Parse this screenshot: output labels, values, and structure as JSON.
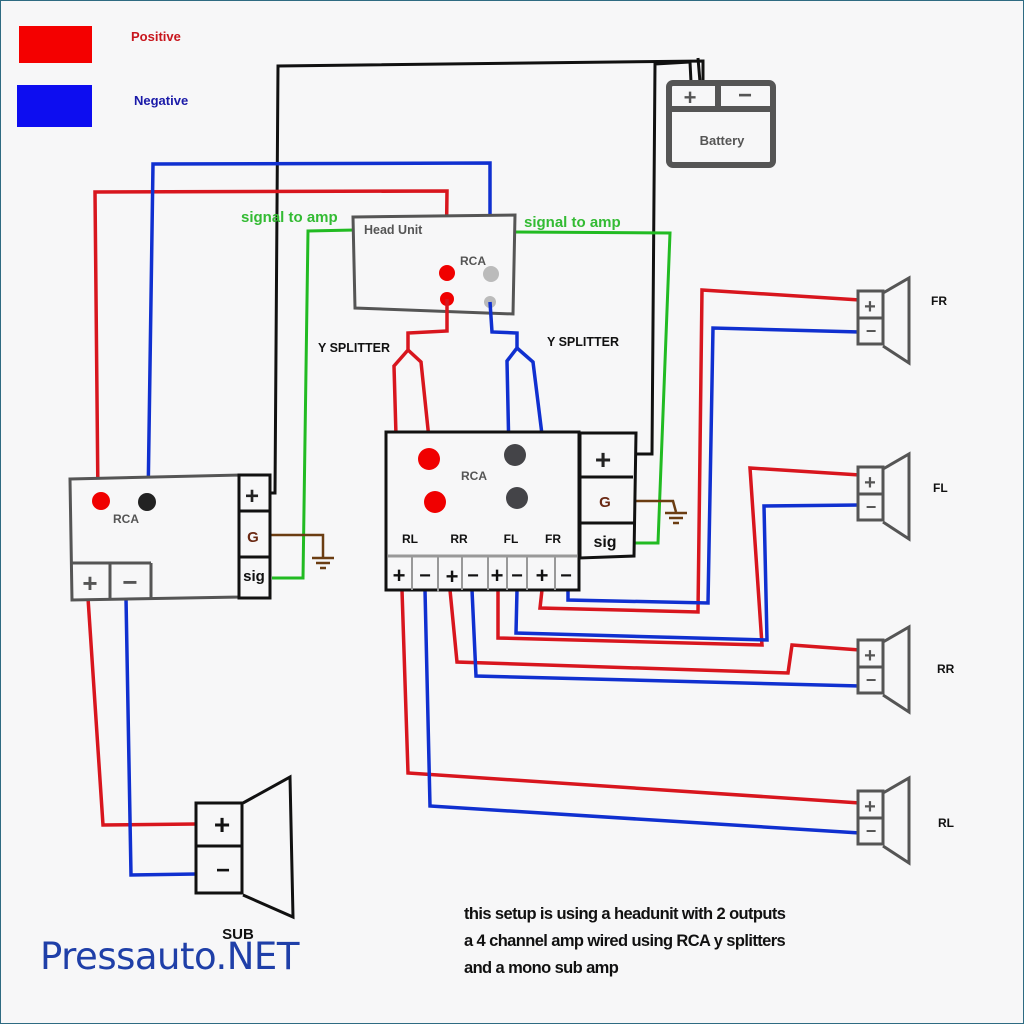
{
  "legend": {
    "items": [
      {
        "label": "Positive",
        "color": "#f40000",
        "text_color": "#c8161d"
      },
      {
        "label": "Negative",
        "color": "#0d0df0",
        "text_color": "#1a1aa8"
      }
    ]
  },
  "colors": {
    "positive_wire": "#d8161e",
    "negative_wire": "#1030d0",
    "signal_wire": "#22bb22",
    "power_wire": "#111111",
    "ground_wire": "#6b3d12",
    "component_outline": "#555555",
    "brand": "#1f3fa8"
  },
  "battery": {
    "label": "Battery",
    "positive_terminal": "+",
    "negative_terminal": "−"
  },
  "head_unit": {
    "label": "Head Unit",
    "rca_label": "RCA"
  },
  "signal_labels": {
    "left": "signal to amp",
    "right": "signal to amp"
  },
  "splitters": {
    "left": "Y SPLITTER",
    "right": "Y SPLITTER"
  },
  "four_channel_amp": {
    "rca_label": "RCA",
    "channels": [
      "RL",
      "RR",
      "FL",
      "FR"
    ],
    "terminals": [
      "+",
      "−",
      "+",
      "−",
      "+",
      "−",
      "+",
      "−"
    ],
    "power_terminals": {
      "positive": "+",
      "ground": "G",
      "signal": "sig"
    }
  },
  "sub_amp": {
    "rca_label": "RCA",
    "output_terminals": [
      "+",
      "−"
    ],
    "power_terminals": {
      "positive": "+",
      "ground": "G",
      "signal": "sig"
    }
  },
  "speakers": [
    {
      "label": "FR",
      "plus": "+",
      "minus": "−"
    },
    {
      "label": "FL",
      "plus": "+",
      "minus": "−"
    },
    {
      "label": "RR",
      "plus": "+",
      "minus": "−"
    },
    {
      "label": "RL",
      "plus": "+",
      "minus": "−"
    }
  ],
  "subwoofer": {
    "label": "SUB",
    "plus": "+",
    "minus": "−"
  },
  "brand": "Pressauto.NET",
  "note": {
    "lines": [
      "this setup is using a headunit with 2 outputs",
      "a 4 channel amp wired using RCA y splitters",
      "and a mono sub amp"
    ]
  }
}
